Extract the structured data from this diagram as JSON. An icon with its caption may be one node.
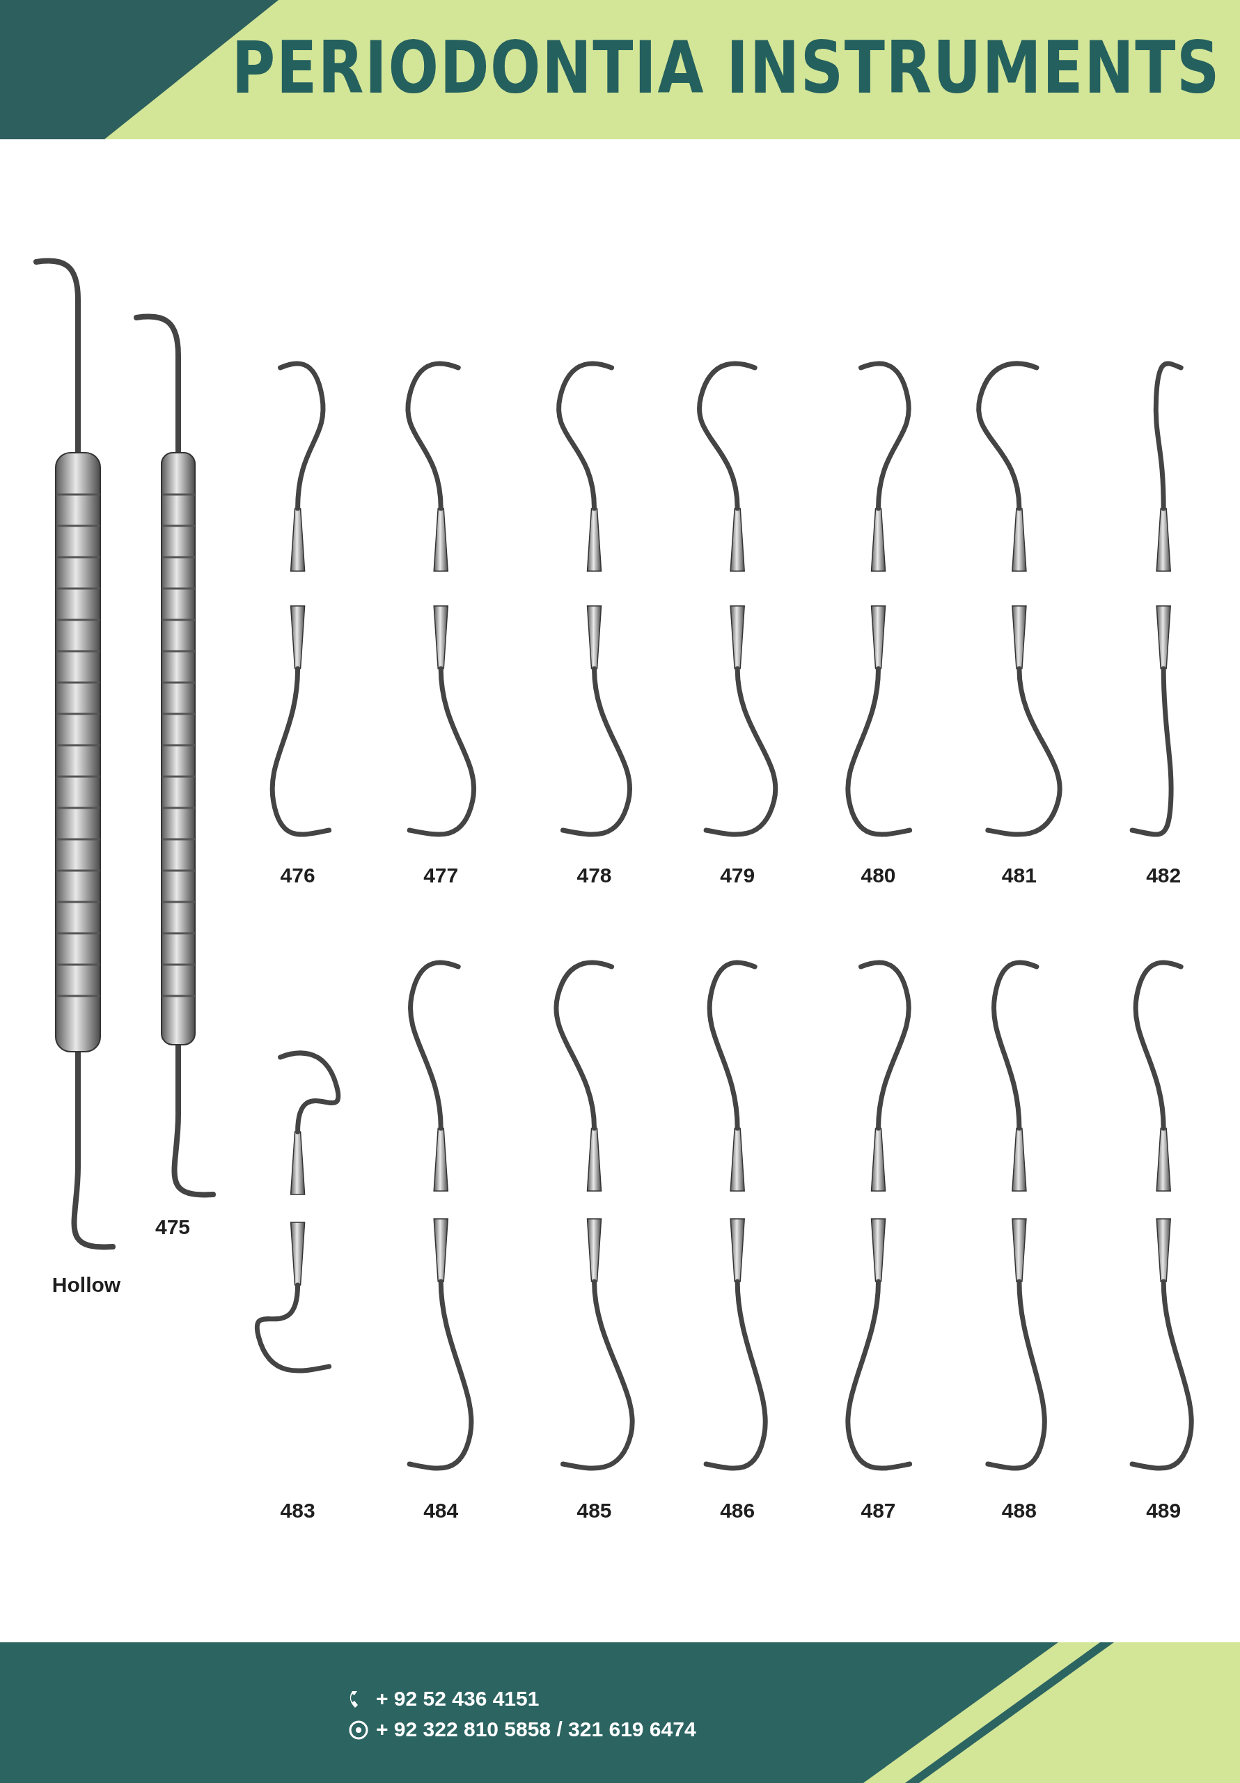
{
  "diagram": {
    "title": "PERIODONTIA INSTRUMENTS",
    "labels": [
      "476",
      "477",
      "478",
      "479",
      "480",
      "481",
      "482",
      "475",
      "Hollow",
      "483",
      "484",
      "485",
      "486",
      "487",
      "488",
      "489",
      "+ 92 52 436 4151",
      "+ 92 322 810 5858 / 321 619 6474"
    ]
  }
}
